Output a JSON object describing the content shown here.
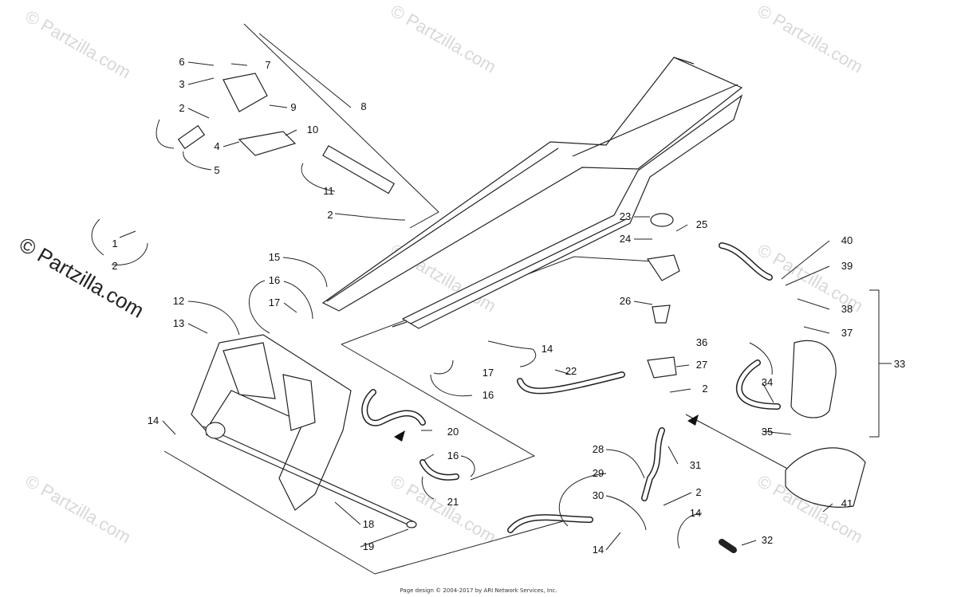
{
  "watermark": {
    "text": "© Partzilla.com"
  },
  "footer": {
    "text": "Page design © 2004-2017 by ARI Network Services, Inc."
  },
  "callouts": [
    "1",
    "2",
    "3",
    "4",
    "5",
    "6",
    "7",
    "8",
    "9",
    "10",
    "11",
    "12",
    "13",
    "14",
    "15",
    "16",
    "17",
    "18",
    "19",
    "20",
    "21",
    "22",
    "23",
    "24",
    "25",
    "26",
    "27",
    "28",
    "29",
    "30",
    "31",
    "32",
    "33",
    "34",
    "35",
    "36",
    "37",
    "38",
    "39",
    "40",
    "41"
  ]
}
